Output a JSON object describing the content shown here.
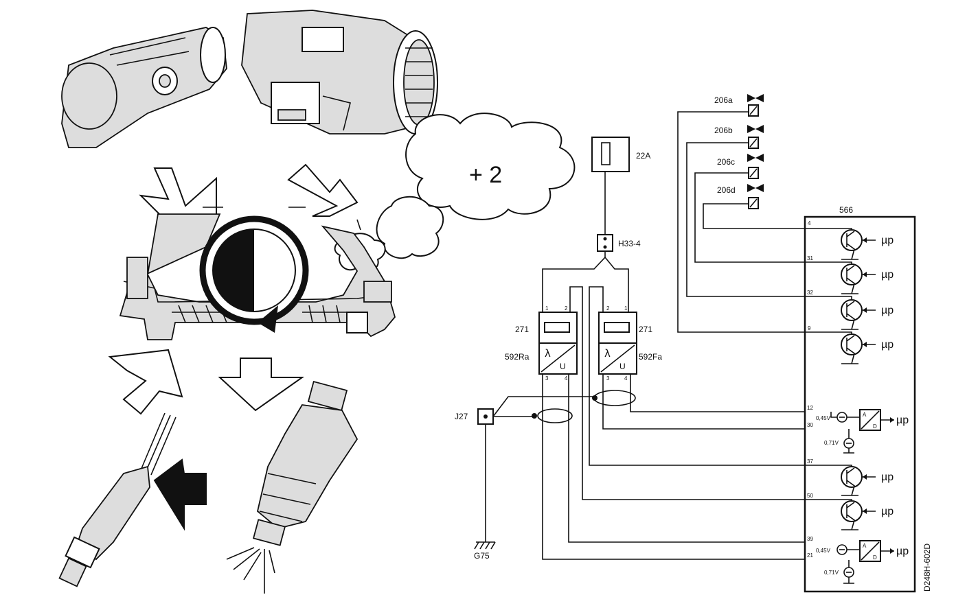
{
  "cloud_text": "+ 2",
  "fuse": {
    "id": "22A"
  },
  "connector": {
    "id": "H33-4"
  },
  "heater_left": {
    "id": "271"
  },
  "heater_right": {
    "id": "271"
  },
  "sensor_left": {
    "id": "592Ra",
    "lambda": "λ",
    "u": "U"
  },
  "sensor_right": {
    "id": "592Fa",
    "lambda": "λ",
    "u": "U"
  },
  "junction": {
    "id": "J27"
  },
  "ground": {
    "id": "G75"
  },
  "injectors": [
    "206a",
    "206b",
    "206c",
    "206d"
  ],
  "ecu": {
    "id": "566"
  },
  "mu_label": "µp",
  "voltage_a": "0,45V",
  "voltage_b": "0,71V",
  "ad_label": "A/D",
  "doc_code": "D248H-602D"
}
